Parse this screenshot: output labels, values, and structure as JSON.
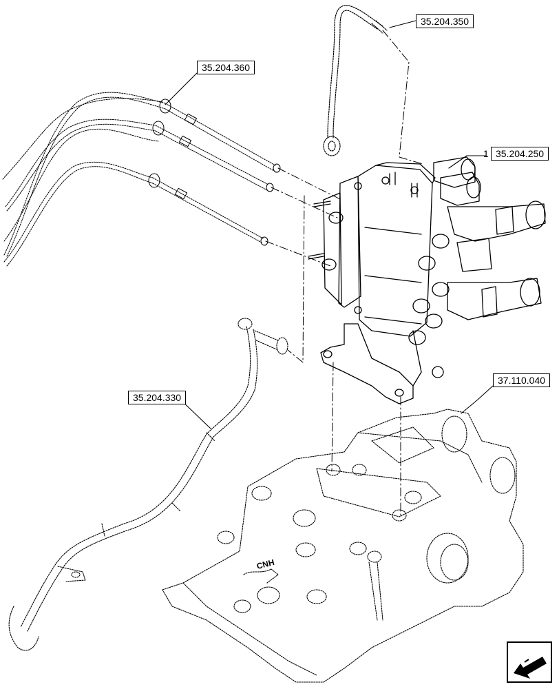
{
  "callouts": {
    "c350": "35.204.350",
    "c360": "35.204.360",
    "c250": "35.204.250",
    "c330": "35.204.330",
    "c040": "37.110.040"
  },
  "item_number": "1",
  "nav_icon": "arrow-down-left-icon"
}
